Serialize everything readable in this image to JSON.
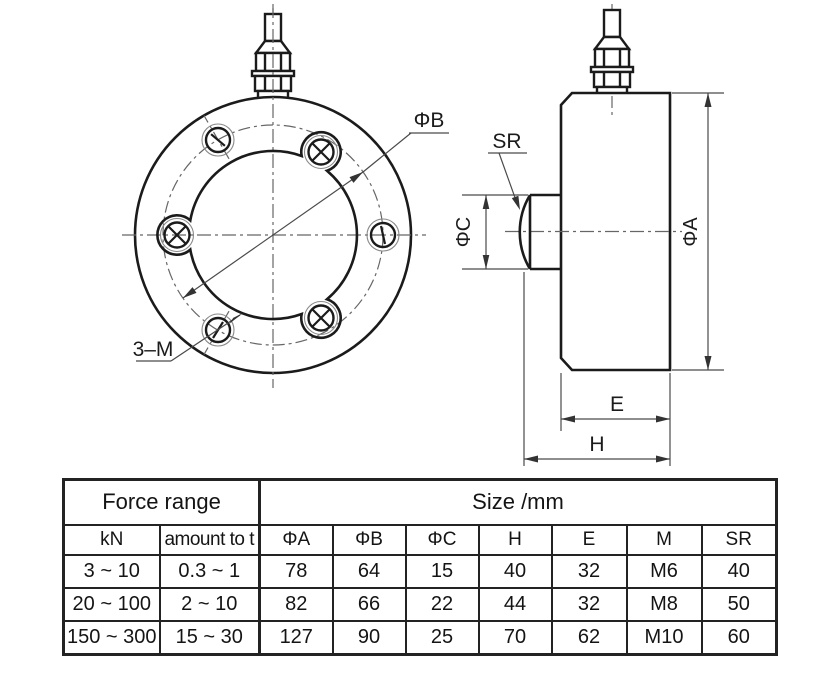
{
  "drawing": {
    "front_view": {
      "phi_b_label": "ΦB",
      "thread_note_label": "3–M"
    },
    "side_view": {
      "sr_label": "SR",
      "phi_c_label": "ΦC",
      "phi_a_label": "ΦA",
      "e_label": "E",
      "h_label": "H"
    }
  },
  "table": {
    "header_force_range": "Force range",
    "header_size": "Size /mm",
    "columns": [
      "kN",
      "amount to t",
      "ΦA",
      "ΦB",
      "ΦC",
      "H",
      "E",
      "M",
      "SR"
    ],
    "rows": [
      [
        "3 ~ 10",
        "0.3 ~ 1",
        "78",
        "64",
        "15",
        "40",
        "32",
        "M6",
        "40"
      ],
      [
        "20 ~ 100",
        "2 ~ 10",
        "82",
        "66",
        "22",
        "44",
        "32",
        "M8",
        "50"
      ],
      [
        "150 ~ 300",
        "15 ~ 30",
        "127",
        "90",
        "25",
        "70",
        "62",
        "M10",
        "60"
      ]
    ]
  }
}
